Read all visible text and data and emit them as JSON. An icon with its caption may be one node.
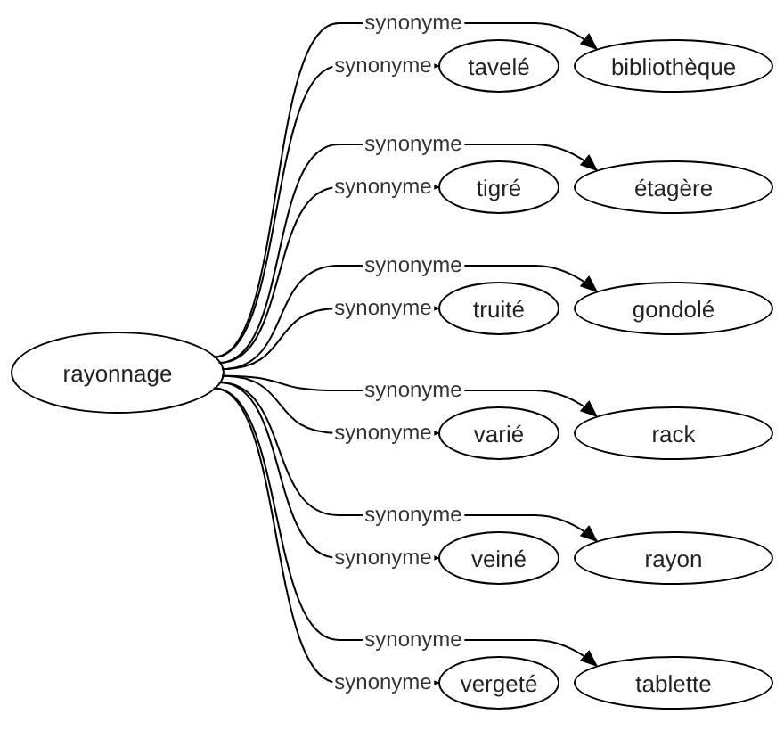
{
  "diagram": {
    "nodes": [
      {
        "text": [
          "rayonnage"
        ]
      },
      {
        "text": [
          "tavelé"
        ]
      },
      {
        "text": [
          "bibliothèque"
        ]
      },
      {
        "text": [
          "tigré"
        ]
      },
      {
        "text": [
          "étagère"
        ]
      },
      {
        "text": [
          "truité"
        ]
      },
      {
        "text": [
          "gondolé"
        ]
      },
      {
        "text": [
          "varié"
        ]
      },
      {
        "text": [
          "rack"
        ]
      },
      {
        "text": [
          "veiné"
        ]
      },
      {
        "text": [
          "rayon"
        ]
      },
      {
        "text": [
          "vergeté"
        ]
      },
      {
        "text": [
          "tablette"
        ]
      }
    ],
    "edges": [
      {
        "from": 0,
        "to": 1,
        "arrow": "to",
        "label": "synonyme"
      },
      {
        "from": 0,
        "to": 2,
        "arrow": "to",
        "label": "synonyme"
      },
      {
        "from": 0,
        "to": 3,
        "arrow": "to",
        "label": "synonyme"
      },
      {
        "from": 0,
        "to": 4,
        "arrow": "to",
        "label": "synonyme"
      },
      {
        "from": 0,
        "to": 5,
        "arrow": "to",
        "label": "synonyme"
      },
      {
        "from": 0,
        "to": 6,
        "arrow": "to",
        "label": "synonyme"
      },
      {
        "from": 0,
        "to": 7,
        "arrow": "to",
        "label": "synonyme"
      },
      {
        "from": 0,
        "to": 8,
        "arrow": "to",
        "label": "synonyme"
      },
      {
        "from": 0,
        "to": 9,
        "arrow": "to",
        "label": "synonyme"
      },
      {
        "from": 0,
        "to": 10,
        "arrow": "to",
        "label": "synonyme"
      },
      {
        "from": 0,
        "to": 11,
        "arrow": "to",
        "label": "synonyme"
      },
      {
        "from": 0,
        "to": 12,
        "arrow": "to",
        "label": "synonyme"
      }
    ]
  }
}
